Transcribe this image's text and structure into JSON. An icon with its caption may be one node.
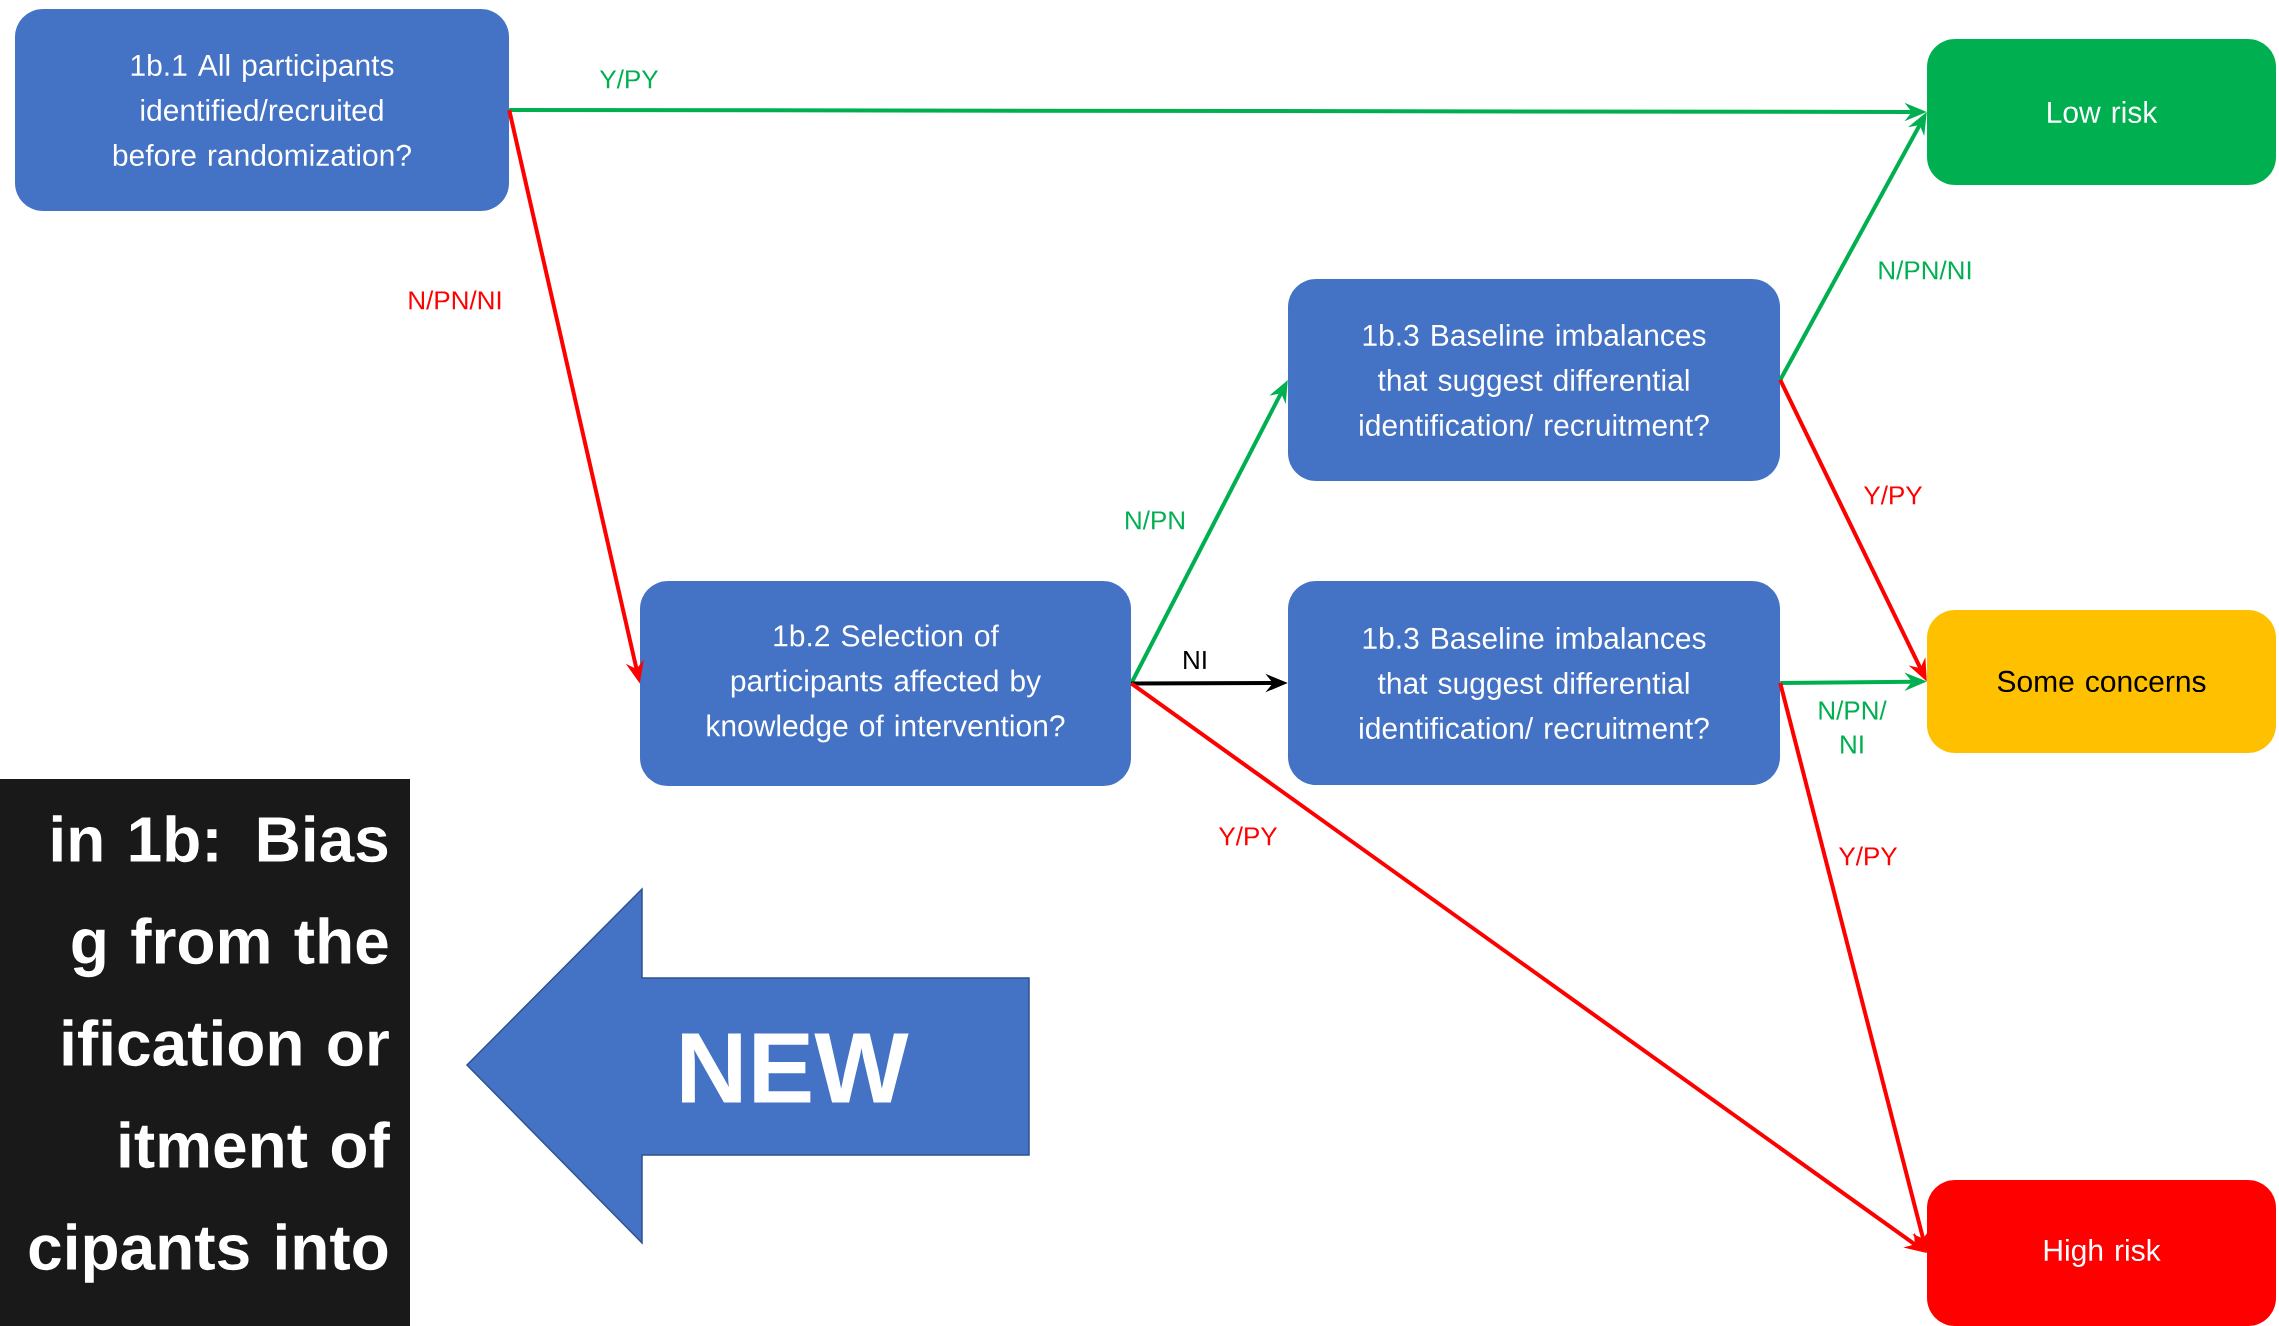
{
  "diagram": {
    "nodes": [
      {
        "text": [
          "1b.1 All participants identified/recruited before randomization?"
        ]
      },
      {
        "text": [
          "1b.2 Selection of participants affected by knowledge of intervention?"
        ]
      },
      {
        "text": [
          "1b.3 Baseline imbalances that suggest differential identification/ recruitment?"
        ]
      },
      {
        "text": [
          "1b.3 Baseline imbalances that suggest differential identification/ recruitment?"
        ]
      },
      {
        "text": [
          "Low risk"
        ]
      },
      {
        "text": [
          "Some concerns"
        ]
      },
      {
        "text": [
          "High risk"
        ]
      },
      {
        "text": [
          "in 1b: Bias g from the ification or itment of cipants into"
        ]
      },
      {
        "text": [
          "NEW"
        ]
      }
    ],
    "edges": [
      {
        "from": 0,
        "to": 4,
        "arrow": "to",
        "label": "Y/PY",
        "color": "#00b050"
      },
      {
        "from": 0,
        "to": 1,
        "arrow": "to",
        "label": "N/PN/NI",
        "color": "#ff0000"
      },
      {
        "from": 1,
        "to": 2,
        "arrow": "to",
        "label": "N/PN",
        "color": "#00b050"
      },
      {
        "from": 1,
        "to": 3,
        "arrow": "to",
        "label": "NI",
        "color": "#000000"
      },
      {
        "from": 1,
        "to": 6,
        "arrow": "to",
        "label": "Y/PY",
        "color": "#ff0000"
      },
      {
        "from": 2,
        "to": 4,
        "arrow": "to",
        "label": "N/PN/NI",
        "color": "#00b050"
      },
      {
        "from": 2,
        "to": 5,
        "arrow": "to",
        "label": "Y/PY",
        "color": "#ff0000"
      },
      {
        "from": 3,
        "to": 5,
        "arrow": "to",
        "label": "N/PN/ NI",
        "color": "#00b050"
      },
      {
        "from": 3,
        "to": 6,
        "arrow": "to",
        "label": "Y/PY",
        "color": "#ff0000"
      }
    ]
  }
}
